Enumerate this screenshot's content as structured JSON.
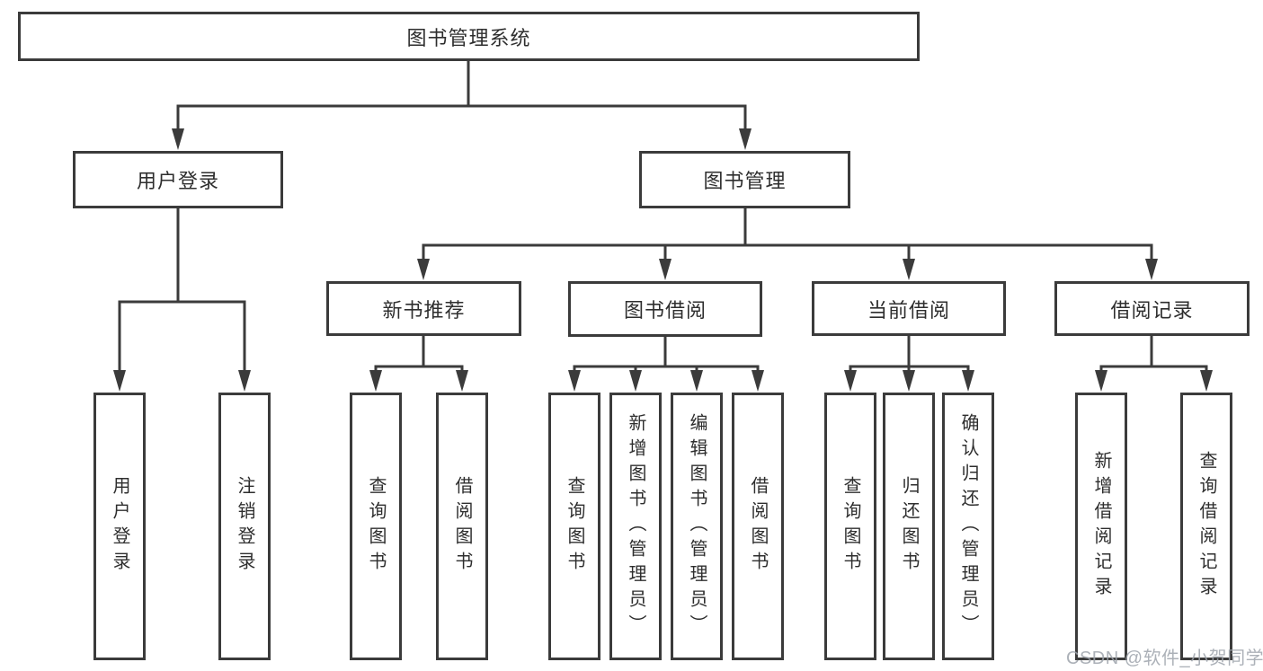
{
  "diagram": {
    "title": "图书管理系统",
    "colors": {
      "line": "#3b3b3b",
      "text": "#2e2e2e",
      "background": "#ffffff",
      "watermark": "#9ea3ac"
    },
    "nodes": {
      "root": "图书管理系统",
      "user_login": "用户登录",
      "book_mgmt": "图书管理",
      "new_book_rec": "新书推荐",
      "book_borrow": "图书借阅",
      "current_borrow": "当前借阅",
      "borrow_records": "借阅记录",
      "leaf_user_login": "用户登录",
      "leaf_logout": "注销登录",
      "leaf_rec_query_book": "查询图书",
      "leaf_rec_borrow_book": "借阅图书",
      "leaf_bb_query_book": "查询图书",
      "leaf_bb_add_book_admin": "新增图书（管理员）",
      "leaf_bb_edit_book_admin": "编辑图书（管理员）",
      "leaf_bb_borrow_book": "借阅图书",
      "leaf_cb_query_book": "查询图书",
      "leaf_cb_return_book": "归还图书",
      "leaf_cb_confirm_return_admin": "确认归还（管理员）",
      "leaf_br_add_record": "新增借阅记录",
      "leaf_br_query_record": "查询借阅记录"
    },
    "watermark": "CSDN @软件_小贺同学"
  }
}
